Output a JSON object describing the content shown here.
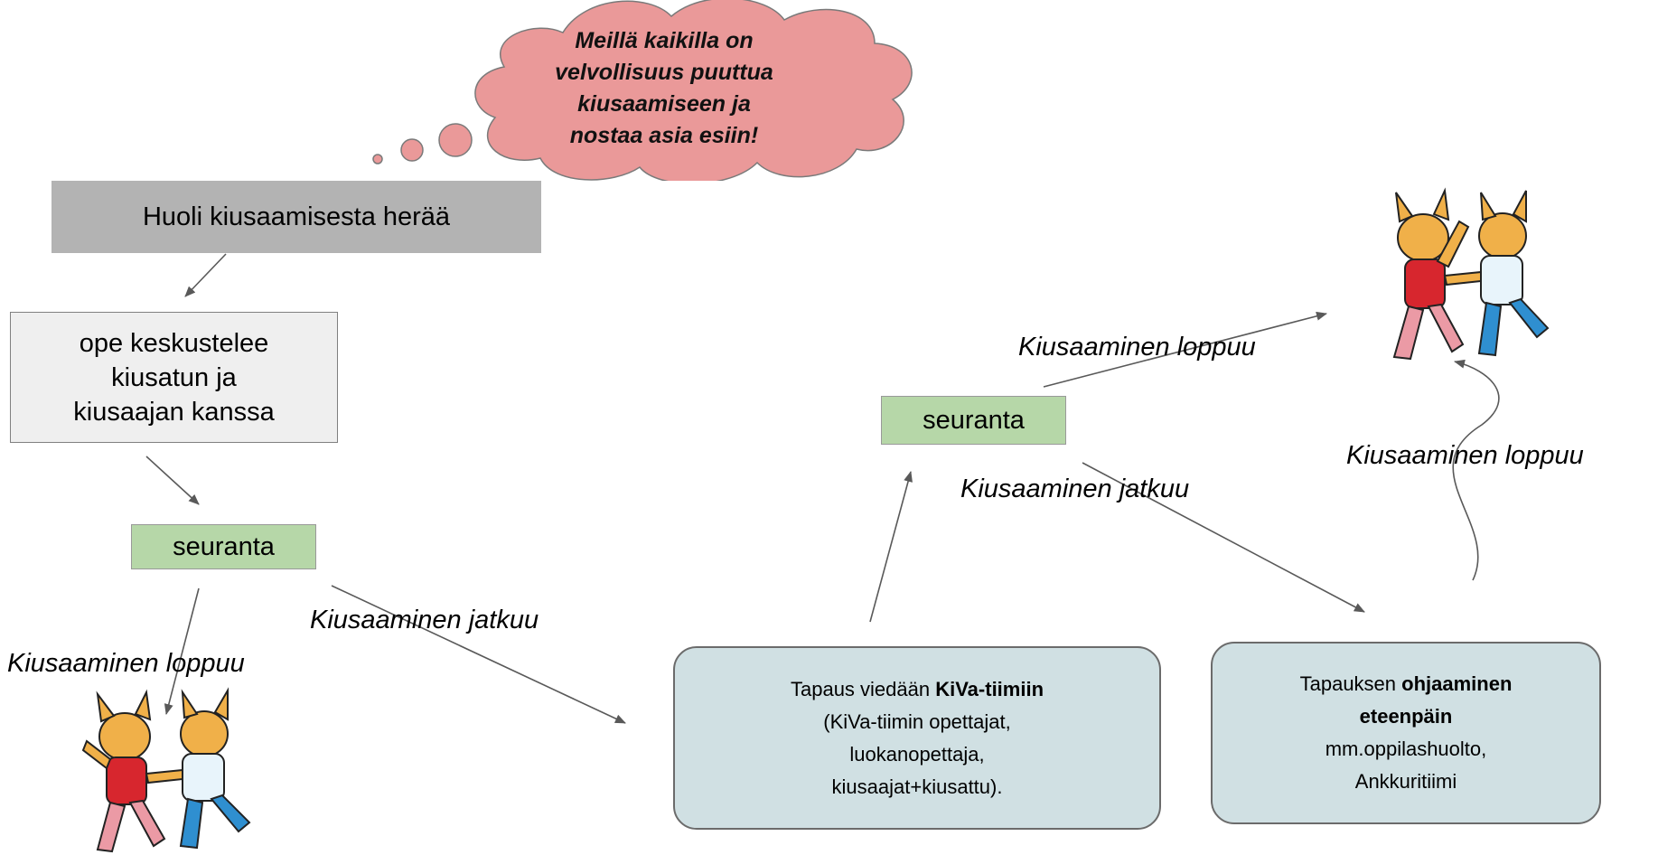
{
  "cloud": {
    "line1": "Meillä kaikilla on",
    "line2": "velvollisuus puuttua",
    "line3": "kiusaamiseen ja",
    "line4": "nostaa asia esiin!",
    "fill": "#ea9999"
  },
  "boxes": {
    "worry": "Huoli kiusaamisesta herää",
    "teacher": {
      "line1": "ope keskustelee",
      "line2": "kiusatun ja",
      "line3": "kiusaajan kanssa"
    },
    "followup_1": "seuranta",
    "followup_2": "seuranta",
    "kiva_team": {
      "prefix": "Tapaus viedään ",
      "bold": "KiVa-tiimiin",
      "line2": "(KiVa-tiimin opettajat,",
      "line3": "luokanopettaja,",
      "line4": "kiusaajat+kiusattu)."
    },
    "referral": {
      "prefix": "Tapauksen ",
      "bold1": "ohjaaminen",
      "bold2": "eteenpäin",
      "line3": "mm.oppilashuolto,",
      "line4": "Ankkuritiimi"
    }
  },
  "labels": {
    "ends_left": "Kiusaaminen loppuu",
    "continues_left": "Kiusaaminen jatkuu",
    "ends_top": "Kiusaaminen loppuu",
    "continues_right": "Kiusaaminen jatkuu",
    "ends_right": "Kiusaaminen loppuu"
  },
  "colors": {
    "grey_box": "#b3b3b3",
    "followup_green": "#b6d7a8",
    "team_box": "#d0e0e3",
    "arrow": "#595959"
  }
}
